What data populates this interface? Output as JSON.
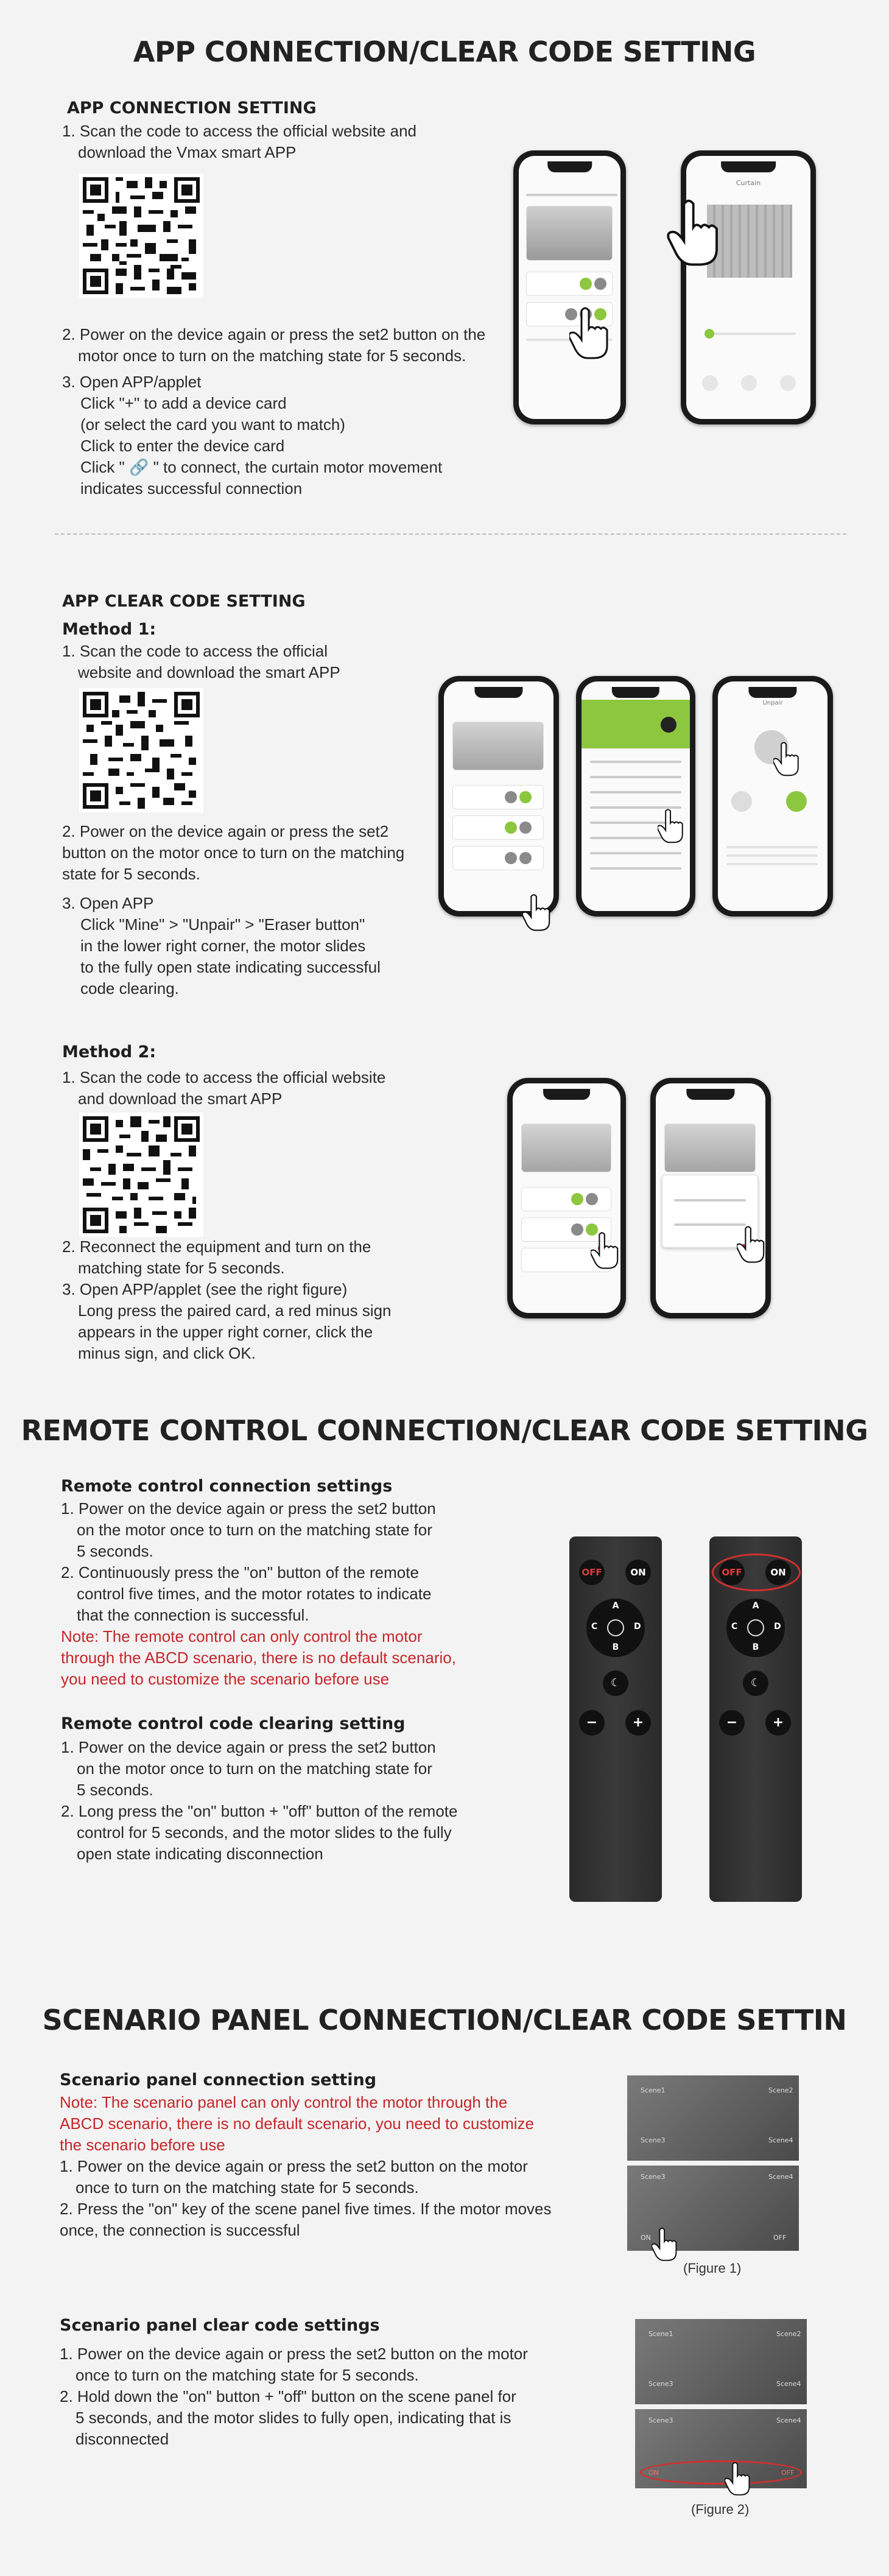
{
  "section1": {
    "title": "APP CONNECTION/CLEAR CODE SETTING",
    "subtitle": "APP CONNECTION SETTING",
    "step1_a": "1. Scan the code to access the official website and",
    "step1_b": "download the Vmax smart APP",
    "step2_a": "2. Power on the device again or press the set2 button on the",
    "step2_b": "motor once to turn on the matching state for 5 seconds.",
    "step3_a": "3. Open APP/applet",
    "step3_b": "Click \"+\" to add a device card",
    "step3_c": "(or select the card you want to match)",
    "step3_d": "Click to enter the device card",
    "step3_e": "Click \" 🔗 \" to connect, the curtain motor movement",
    "step3_f": "indicates successful connection"
  },
  "section2": {
    "subtitle": "APP CLEAR CODE SETTING",
    "method1": "Method 1:",
    "m1_step1_a": "1. Scan the code to access the  official",
    "m1_step1_b": "website and download the smart APP",
    "m1_step2_a": "2. Power on the device again or press the set2",
    "m1_step2_b": "button on the motor once to turn on the matching",
    "m1_step2_c": "state for 5 seconds.",
    "m1_step3_a": "3. Open APP",
    "m1_step3_b": "Click \"Mine\" > \"Unpair\" > \"Eraser button\"",
    "m1_step3_c": "in the lower right corner, the motor slides",
    "m1_step3_d": "to the fully open state indicating successful",
    "m1_step3_e": "code clearing.",
    "method2": "Method 2:",
    "m2_step1_a": "1. Scan the code to access the official website",
    "m2_step1_b": "and download the smart APP",
    "m2_step2_a": "2. Reconnect the equipment and turn on the",
    "m2_step2_b": "matching state for 5 seconds.",
    "m2_step3_a": "3. Open APP/applet (see the right figure)",
    "m2_step3_b": "Long press the paired card, a red minus sign",
    "m2_step3_c": "appears in the upper right corner, click the",
    "m2_step3_d": "minus sign, and click OK."
  },
  "section3": {
    "title": "REMOTE CONTROL CONNECTION/CLEAR CODE SETTING",
    "conn_title": "Remote control connection settings",
    "c1_a": "1. Power on the device again or press the set2 button",
    "c1_b": "on the motor once to turn on the matching state for",
    "c1_c": "5 seconds.",
    "c2_a": "2. Continuously press the \"on\" button of the remote",
    "c2_b": "control five times, and the motor rotates to indicate",
    "c2_c": "that the connection is successful.",
    "note_a": "Note: The remote control can only control the motor",
    "note_b": "through the ABCD scenario, there is no default scenario,",
    "note_c": "you need to customize the scenario before use",
    "clear_title": "Remote control code clearing setting",
    "k1_a": "1. Power on the device again or press the set2 button",
    "k1_b": "on the motor once to turn on the matching state for",
    "k1_c": "5 seconds.",
    "k2_a": "2. Long press the \"on\" button + \"off\" button of the remote",
    "k2_b": "control for 5 seconds, and the motor slides to the fully",
    "k2_c": "open state indicating disconnection",
    "btn_off": "OFF",
    "btn_on": "ON",
    "btn_a": "A",
    "btn_b": "B",
    "btn_c": "C",
    "btn_d": "D",
    "btn_minus": "−",
    "btn_plus": "+"
  },
  "section4": {
    "title": "SCENARIO PANEL CONNECTION/CLEAR CODE SETTIN",
    "conn_title": "Scenario panel connection setting",
    "note_a": "Note: The scenario panel can only control the motor through the",
    "note_b": "ABCD scenario, there is no default scenario, you need to customize",
    "note_c": "the scenario before use",
    "c1_a": "1. Power on the device again or press the set2 button on the motor",
    "c1_b": "once to turn on the matching state for 5 seconds.",
    "c2_a": "2. Press the \"on\" key of the scene panel five times. If the motor moves",
    "c2_b": "once, the connection is successful",
    "fig1": "(Figure 1)",
    "clear_title": "Scenario panel clear code settings",
    "k1_a": "1. Power on the device again or press the set2 button on the motor",
    "k1_b": "once to turn on the matching state for 5 seconds.",
    "k2_a": "2. Hold down the \"on\" button + \"off\" button on the scene panel for",
    "k2_b": "5 seconds, and the motor slides to fully open, indicating that is",
    "k2_c": "disconnected",
    "fig2": "(Figure 2)",
    "scene1": "Scene1",
    "scene2": "Scene2",
    "scene3": "Scene3",
    "scene4": "Scene4",
    "on": "ON",
    "off": "OFF"
  },
  "phone_ui": {
    "tab_curtain": "Curtain",
    "unpair": "Unpair"
  },
  "colors": {
    "accent_green": "#8dc63f",
    "note_red": "#c6262a",
    "highlight_red": "#d32f2f"
  }
}
